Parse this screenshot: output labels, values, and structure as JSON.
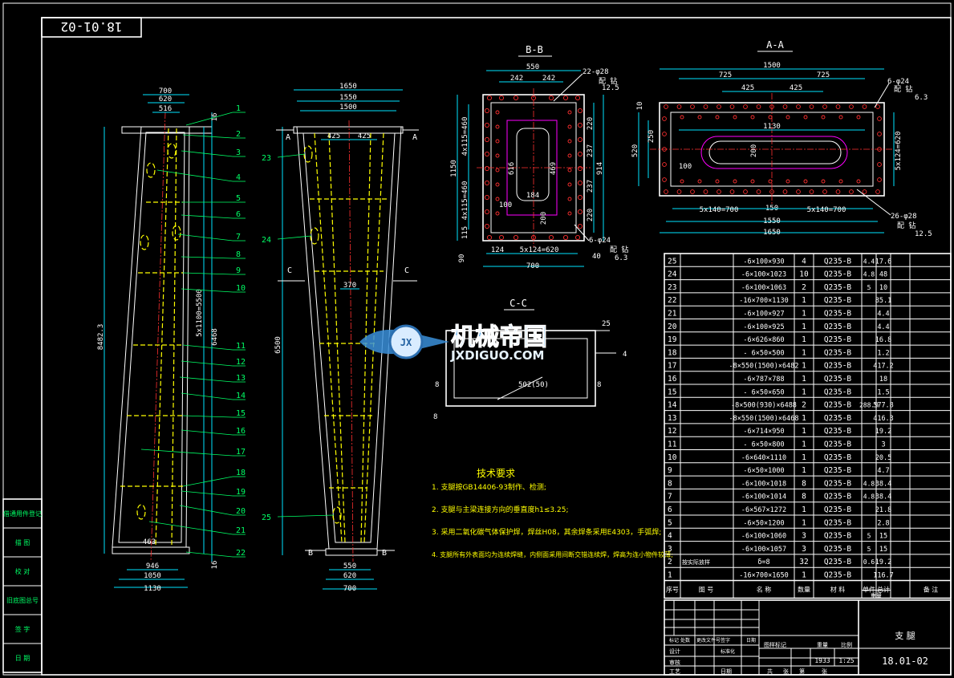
{
  "drawing_no_mirrored": "18.01-02",
  "section_titles": {
    "bb": "B-B",
    "aa": "A-A",
    "cc": "C-C"
  },
  "side_labels": {
    "a": "A",
    "b": "B",
    "c": "C"
  },
  "left_view": {
    "top_dims": [
      "700",
      "620",
      "516"
    ],
    "bottom_dims": [
      "463",
      "946",
      "1050",
      "1130"
    ],
    "height_dims": [
      "8482.3",
      "5x1100=5500",
      "6468"
    ],
    "small_dims": [
      "16",
      "16"
    ]
  },
  "mid_view": {
    "top_dims": [
      "1650",
      "1550",
      "1500",
      "425",
      "425"
    ],
    "inner_dim": "370",
    "height_dim": "6500",
    "bottom_dims": [
      "550",
      "620",
      "700"
    ],
    "callouts": [
      "23",
      "24",
      "25"
    ]
  },
  "callout_numbers": [
    "1",
    "2",
    "3",
    "4",
    "5",
    "6",
    "7",
    "8",
    "9",
    "10",
    "11",
    "12",
    "13",
    "14",
    "15",
    "16",
    "17",
    "18",
    "19",
    "20",
    "21",
    "22"
  ],
  "bb_dims": {
    "top": [
      "550",
      "242",
      "242"
    ],
    "left": [
      "1150",
      "4x115=460",
      "4x115=460",
      "115"
    ],
    "inner": [
      "616",
      "184",
      "100",
      "469",
      "200"
    ],
    "right": [
      "220",
      "237",
      "914",
      "237",
      "220"
    ],
    "bottom": [
      "124",
      "5x124=620",
      "700",
      "40",
      "90"
    ],
    "holes_note_1": "22-φ28",
    "holes_note_2": "6-φ24",
    "fit_1": "配 钻",
    "fit_2": "配 钻",
    "rough_1": "12.5",
    "rough_2": "6.3"
  },
  "aa_dims": {
    "top": [
      "1500",
      "725",
      "725",
      "425",
      "425"
    ],
    "inner": [
      "1130",
      "200",
      "100",
      "150"
    ],
    "left": [
      "250",
      "520",
      "10"
    ],
    "right": [
      "5x124=620"
    ],
    "bottom": [
      "5x140=700",
      "150",
      "5x140=700",
      "1550",
      "1650"
    ],
    "holes_note_1": "6-φ24",
    "holes_note_2": "26-φ28",
    "fit_1": "配 钻",
    "fit_2": "配 钻",
    "rough_1": "6.3",
    "rough_2": "12.5"
  },
  "cc_dims": {
    "d1": "25",
    "d2": "8",
    "d3": "8",
    "d4": "8",
    "d5": "502(50)",
    "weld": "4"
  },
  "watermark": {
    "cn": "机械帝国",
    "en": "JXDIGUO.COM",
    "badge": "JX"
  },
  "tech_req": {
    "title": "技术要求",
    "items": [
      "1. 支腿按GB14406-93制作、检测;",
      "2. 支腿与主梁连接方向的垂直度h1≤3.25;",
      "3. 采用二氧化碳气体保护焊，焊丝H08，其余焊条采用E4303，手弧焊;",
      "4. 支腿所有外表面均为连续焊缝，内侧面采用间断交错连续焊，焊高为连小物件较薄;"
    ]
  },
  "bom": {
    "rows": [
      {
        "no": "25",
        "name": "",
        "spec": "-6×100×930",
        "qty": "4",
        "mat": "Q235-B",
        "unit": "4.4",
        "total": "17.6"
      },
      {
        "no": "24",
        "name": "",
        "spec": "-6×100×1023",
        "qty": "10",
        "mat": "Q235-B",
        "unit": "4.8",
        "total": "48"
      },
      {
        "no": "23",
        "name": "",
        "spec": "-6×100×1063",
        "qty": "2",
        "mat": "Q235-B",
        "unit": "5",
        "total": "10"
      },
      {
        "no": "22",
        "name": "",
        "spec": "-16×700×1130",
        "qty": "1",
        "mat": "Q235-B",
        "unit": "",
        "total": "85.1"
      },
      {
        "no": "21",
        "name": "",
        "spec": "-6×100×927",
        "qty": "1",
        "mat": "Q235-B",
        "unit": "",
        "total": "4.4"
      },
      {
        "no": "20",
        "name": "",
        "spec": "-6×100×925",
        "qty": "1",
        "mat": "Q235-B",
        "unit": "",
        "total": "4.4"
      },
      {
        "no": "19",
        "name": "",
        "spec": "-6×626×860",
        "qty": "1",
        "mat": "Q235-B",
        "unit": "",
        "total": "16.8"
      },
      {
        "no": "18",
        "name": "",
        "spec": "- 6×50×500",
        "qty": "1",
        "mat": "Q235-B",
        "unit": "",
        "total": "1.2"
      },
      {
        "no": "17",
        "name": "",
        "spec": "-8×550(1500)×6482",
        "qty": "1",
        "mat": "Q235-B",
        "unit": "",
        "total": "417.2"
      },
      {
        "no": "16",
        "name": "",
        "spec": "-6×787×788",
        "qty": "1",
        "mat": "Q235-B",
        "unit": "",
        "total": "18"
      },
      {
        "no": "15",
        "name": "",
        "spec": "- 6×50×650",
        "qty": "1",
        "mat": "Q235-B",
        "unit": "",
        "total": "1.5"
      },
      {
        "no": "14",
        "name": "",
        "spec": "-8×500(930)×6488",
        "qty": "2",
        "mat": "Q235-B",
        "unit": "288.9",
        "total": "577.8"
      },
      {
        "no": "13",
        "name": "",
        "spec": "-8×550(1500)×6468",
        "qty": "1",
        "mat": "Q235-B",
        "unit": "",
        "total": "416.3"
      },
      {
        "no": "12",
        "name": "",
        "spec": "-6×714×950",
        "qty": "1",
        "mat": "Q235-B",
        "unit": "",
        "total": "19.2"
      },
      {
        "no": "11",
        "name": "",
        "spec": "- 6×50×800",
        "qty": "1",
        "mat": "Q235-B",
        "unit": "",
        "total": "3"
      },
      {
        "no": "10",
        "name": "",
        "spec": "-6×640×1110",
        "qty": "1",
        "mat": "Q235-B",
        "unit": "",
        "total": "20.5"
      },
      {
        "no": "9",
        "name": "",
        "spec": "-6×50×1000",
        "qty": "1",
        "mat": "Q235-B",
        "unit": "",
        "total": "4.7"
      },
      {
        "no": "8",
        "name": "",
        "spec": "-6×100×1018",
        "qty": "8",
        "mat": "Q235-B",
        "unit": "4.8",
        "total": "38.4"
      },
      {
        "no": "7",
        "name": "",
        "spec": "-6×100×1014",
        "qty": "8",
        "mat": "Q235-B",
        "unit": "4.8",
        "total": "38.4"
      },
      {
        "no": "6",
        "name": "",
        "spec": "-6×567×1272",
        "qty": "1",
        "mat": "Q235-B",
        "unit": "",
        "total": "21.8"
      },
      {
        "no": "5",
        "name": "",
        "spec": "-6×50×1200",
        "qty": "1",
        "mat": "Q235-B",
        "unit": "",
        "total": "2.8"
      },
      {
        "no": "4",
        "name": "",
        "spec": "-6×100×1060",
        "qty": "3",
        "mat": "Q235-B",
        "unit": "5",
        "total": "15"
      },
      {
        "no": "3",
        "name": "",
        "spec": "-6×100×1057",
        "qty": "3",
        "mat": "Q235-B",
        "unit": "5",
        "total": "15"
      },
      {
        "no": "2",
        "name": "按实际放样",
        "spec": "δ=8",
        "qty": "32",
        "mat": "Q235-B",
        "unit": "0.6",
        "total": "19.2"
      },
      {
        "no": "1",
        "name": "",
        "spec": "-16×700×1650",
        "qty": "1",
        "mat": "Q235-B",
        "unit": "",
        "total": "116.7"
      }
    ],
    "header": {
      "no": "序号",
      "code": "图  号",
      "name": "名  称",
      "qty": "数量",
      "mat": "材  料",
      "unit": "单件",
      "total": "总计",
      "weight": "重量",
      "remark": "备  注"
    }
  },
  "title_block": {
    "part_name": "支  腿",
    "drawing_no": "18.01-02",
    "weight_label": "重量",
    "scale_label": "比例",
    "stage_label": "图样标记",
    "weight": "1933",
    "scale": "1:25",
    "labels": [
      "标记",
      "处数",
      "更改文件号",
      "签字",
      "日期",
      "设计",
      "标准化",
      "审核",
      "工艺",
      "日期"
    ],
    "sheet": [
      "共",
      "张",
      "第",
      "张"
    ]
  },
  "left_strip": [
    "借通用件登记",
    "描  图",
    "校  对",
    "旧底图总号",
    "签  字",
    "日  期"
  ]
}
